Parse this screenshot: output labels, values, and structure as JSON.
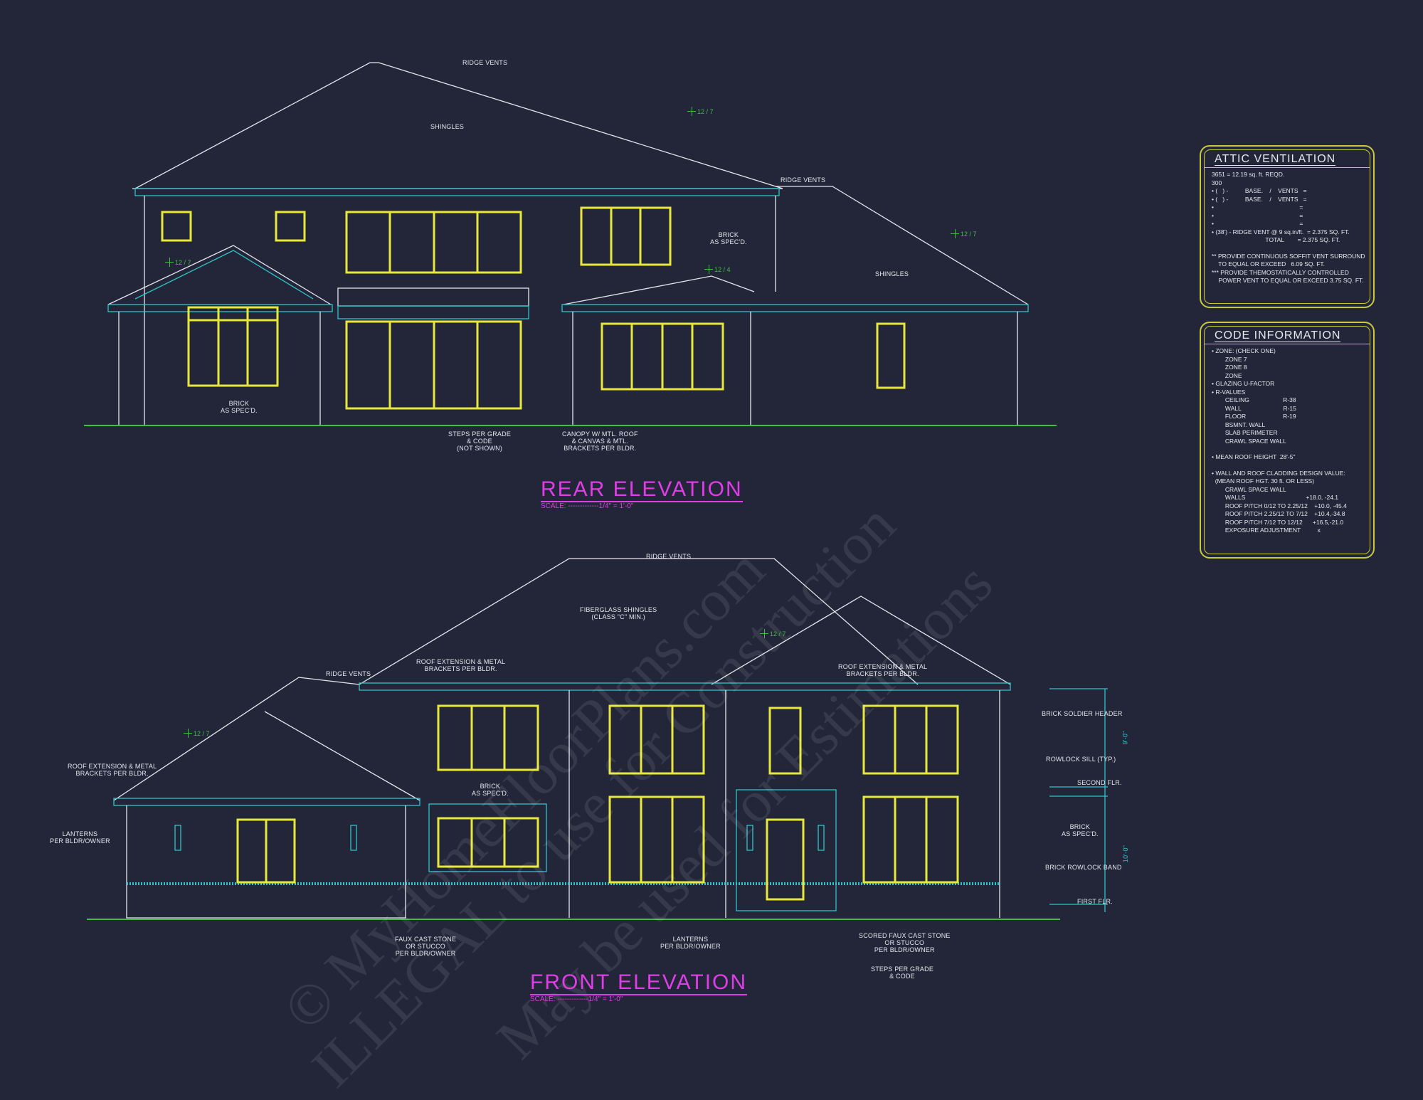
{
  "colors": {
    "background": "#232639",
    "lines": "#e6e6ee",
    "windows": "#e8e83a",
    "trim": "#2fc4c8",
    "ground": "#3fbf3f",
    "titles": "#e03ce8",
    "boxes": "#c9c93a"
  },
  "rear_elevation": {
    "title": "REAR ELEVATION",
    "scale": "SCALE: -------------1/4\" = 1'-0\"",
    "labels": {
      "ridge_vents_top": "RIDGE VENTS",
      "shingles_left": "SHINGLES",
      "ridge_vents_right": "RIDGE VENTS",
      "brick_upper": "BRICK\nAS SPEC'D.",
      "shingles_right": "SHINGLES",
      "brick_lower": "BRICK\nAS SPEC'D.",
      "steps": "STEPS PER GRADE\n& CODE\n(NOT SHOWN)",
      "canopy": "CANOPY W/ MTL. ROOF\n& CANVAS & MTL.\nBRACKETS PER BLDR."
    },
    "pitch_marks": [
      "12 / 7",
      "12 / 4",
      "12 / 7",
      "12 / 7"
    ]
  },
  "front_elevation": {
    "title": "FRONT ELEVATION",
    "scale": "SCALE: -------------1/4\" = 1'-0\"",
    "labels": {
      "ridge_vents_top": "RIDGE VENTS",
      "fiberglass": "FIBERGLASS SHINGLES\n(CLASS \"C\" MIN.)",
      "ridge_vents_left": "RIDGE VENTS",
      "roof_ext_left": "ROOF EXTENSION & METAL\nBRACKETS PER BLDR.",
      "roof_ext_right": "ROOF EXTENSION & METAL\nBRACKETS PER BLDR.",
      "roof_ext_far_left": "ROOF EXTENSION & METAL\nBRACKETS PER BLDR.",
      "lanterns_left": "LANTERNS\nPER BLDR/OWNER",
      "brick_center": "BRICK\nAS SPEC'D.",
      "faux_stone": "FAUX CAST STONE\nOR STUCCO\nPER BLDR/OWNER",
      "lanterns_center": "LANTERNS\nPER BLDR/OWNER",
      "scored_stone": "SCORED FAUX CAST STONE\nOR STUCCO\nPER BLDR/OWNER",
      "steps": "STEPS PER GRADE\n& CODE",
      "soldier_header": "BRICK SOLDIER HEADER",
      "rowlock_sill": "ROWLOCK SILL (TYP.)",
      "second_flr": "SECOND FLR.",
      "brick_right": "BRICK\nAS SPEC'D.",
      "rowlock_band": "BRICK ROWLOCK BAND",
      "first_flr": "FIRST FLR.",
      "dim_upper": "9'-0\"",
      "dim_lower": "10'-0\""
    },
    "pitch_marks": [
      "12 / 7",
      "12 / 7"
    ]
  },
  "attic_ventilation": {
    "title": "ATTIC VENTILATION",
    "lines": [
      "3651 = 12.19 sq. ft. REQD.",
      "300",
      "• (   ) -          BASE.    /    VENTS   =",
      "• (   ) -          BASE.    /    VENTS   =",
      "•                                                   =",
      "•                                                   =",
      "•                                                   =",
      "• (38') - RIDGE VENT @ 9 sq.in/ft.  = 2.375 SQ. FT.",
      "                                TOTAL        = 2.375 SQ. FT.",
      "",
      "** PROVIDE CONTINUOUS SOFFIT VENT SURROUND",
      "    TO EQUAL OR EXCEED   6.09 SQ. FT.",
      "*** PROVIDE THEMOSTATICALLY CONTROLLED",
      "    POWER VENT TO EQUAL OR EXCEED 3.75 SQ. FT."
    ]
  },
  "code_information": {
    "title": "CODE INFORMATION",
    "lines": [
      "• ZONE: (CHECK ONE)",
      "        ZONE 7",
      "        ZONE 8",
      "        ZONE",
      "• GLAZING U-FACTOR",
      "• R-VALUES",
      "        CEILING                    R-38",
      "        WALL                         R-15",
      "        FLOOR                      R-19",
      "        BSMNT. WALL",
      "        SLAB PERIMETER",
      "        CRAWL SPACE WALL",
      "",
      "• MEAN ROOF HEIGHT  28'-5\"",
      "",
      "• WALL AND ROOF CLADDING DESIGN VALUE:",
      "  (MEAN ROOF HGT. 30 ft. OR LESS)",
      "        CRAWL SPACE WALL",
      "        WALLS                                    +18.0, -24.1",
      "        ROOF PITCH 0/12 TO 2.25/12    +10.0, -45.4",
      "        ROOF PITCH 2.25/12 TO 7/12    +10.4,-34.8",
      "        ROOF PITCH 7/12 TO 12/12      +16.5,-21.0",
      "        EXPOSURE ADJUSTMENT          x"
    ]
  },
  "watermark": {
    "lines": [
      "© MyHomeFloorPlans.com",
      "ILLEGAL to use for Construction",
      "May be used for Estimations"
    ]
  }
}
